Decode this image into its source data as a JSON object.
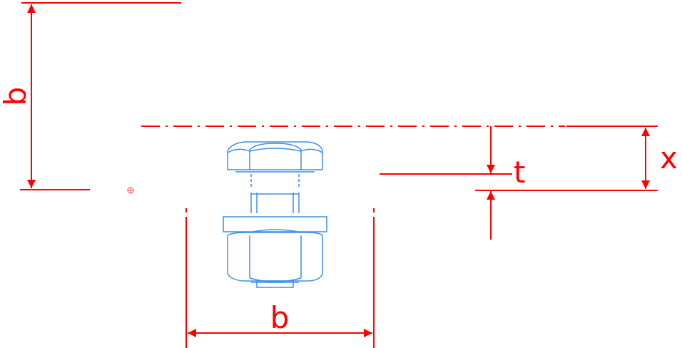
{
  "labels": {
    "vertical_width": "b",
    "horizontal_width": "b",
    "thickness": "t",
    "offset": "x"
  },
  "colors": {
    "dimension": "#ff0000",
    "part": "#3b8fe8",
    "background": "#ffffff"
  },
  "icons": {
    "origin_marker": "crosshair-circle-icon"
  }
}
